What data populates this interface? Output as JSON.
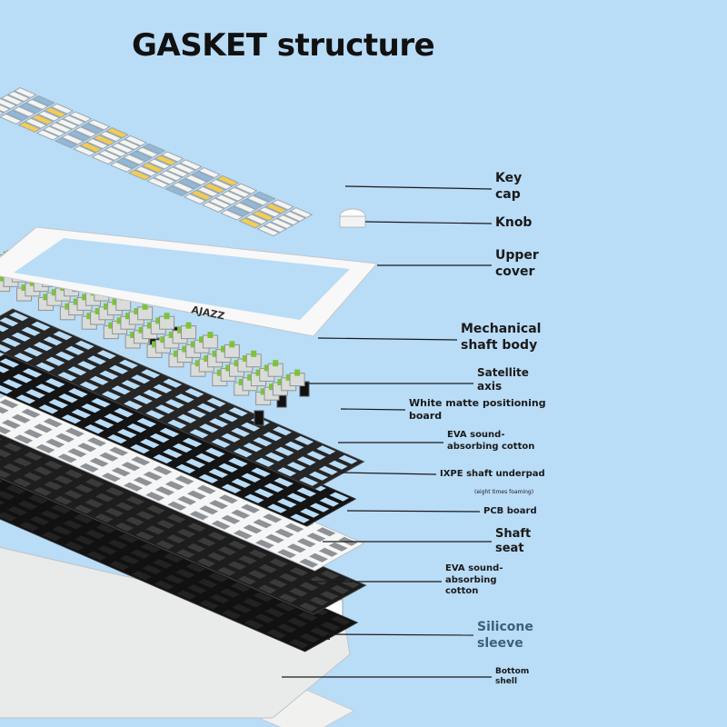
{
  "title": "GASKET structure",
  "brand_logo": "AJAZZ",
  "labels": {
    "keycap": "Key\ncap",
    "knob": "Knob",
    "upper_cover": "Upper\ncover",
    "mechanical_shaft_body": "Mechanical\nshaft body",
    "satellite_axis": "Satellite\naxis",
    "white_matte_positioning_board": "White matte positioning\nboard",
    "eva_sound_cotton_top": "EVA sound-\nabsorbing cotton",
    "ixpe_shaft_underpad": "IXPE shaft underpad",
    "ixpe_note": "(eight times foaming)",
    "pcb_board": "PCB board",
    "shaft_seat": "Shaft\nseat",
    "eva_sound_cotton_bottom": "EVA sound-\nabsorbing\ncotton",
    "silicone_sleeve": "Silicone\nsleeve",
    "bottom_shell": "Bottom\nshell"
  },
  "colors": {
    "background": "#b9dcf7",
    "keycap_white": "#f4f5f2",
    "keycap_blue": "#8fb8da",
    "keycap_yellow": "#f2cc55",
    "switch_green": "#7fc23a",
    "plate_dark": "#222222",
    "silicone_label": "#3d5f7d"
  }
}
